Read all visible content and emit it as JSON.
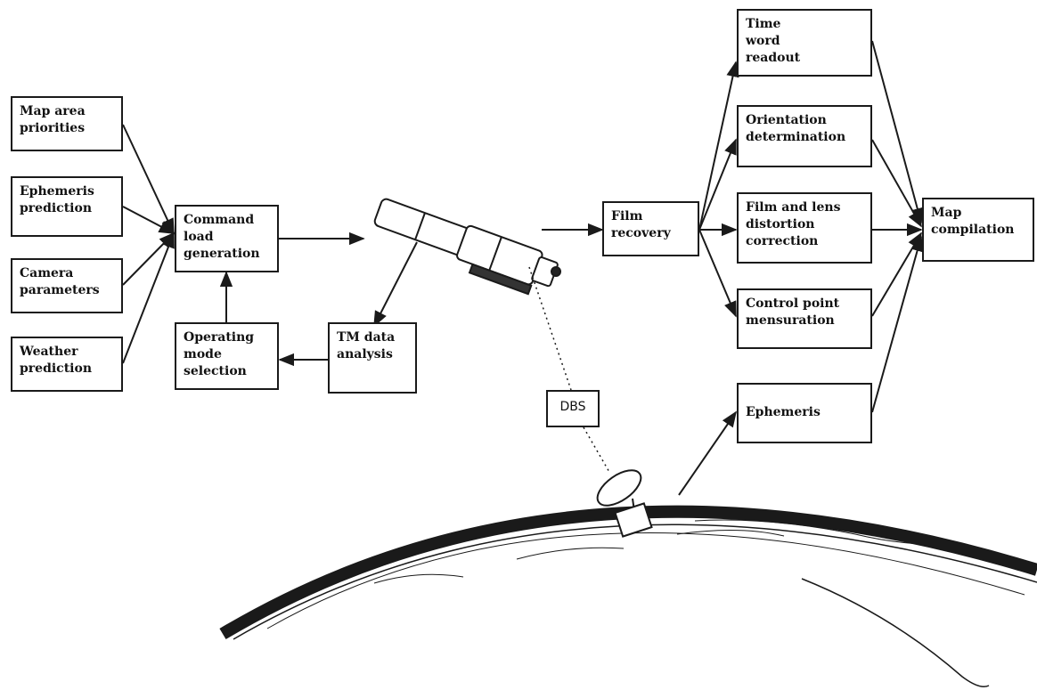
{
  "inputs": {
    "map_area": "Map area\npriorities",
    "ephemeris_prediction": "Ephemeris\nprediction",
    "camera": "Camera\nparameters",
    "weather": "Weather\nprediction"
  },
  "command_load": "Command\nload\ngeneration",
  "operating_mode": "Operating\nmode\nselection",
  "tm_analysis": "TM data\nanalysis",
  "film_recovery": "Film\nrecovery",
  "dbs": "DBS",
  "processing": {
    "time_word": "Time\nword\nreadout",
    "orientation": "Orientation\ndetermination",
    "film_lens": "Film and lens\ndistortion\ncorrection",
    "control_point": "Control point\nmensuration",
    "ephemeris": "Ephemeris"
  },
  "map_compilation": "Map\ncompilation",
  "colors": {
    "ink": "#1a1a1a",
    "paper": "#ffffff"
  },
  "icons": [
    "spacecraft-illustration",
    "ground-antenna-illustration",
    "earth-horizon-illustration"
  ]
}
